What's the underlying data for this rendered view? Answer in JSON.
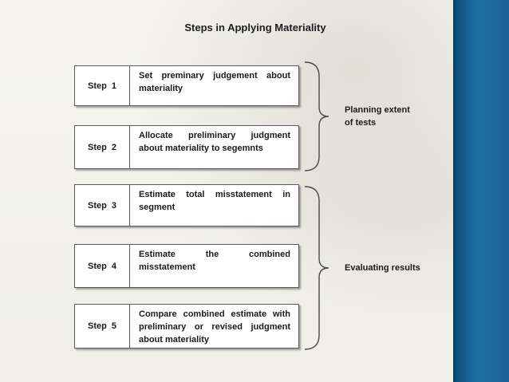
{
  "title": "Steps in Applying Materiality",
  "steps": [
    {
      "label": "Step  1",
      "text": "Set preminary judgement about materiality"
    },
    {
      "label": "Step  2",
      "text": "Allocate preliminary judgment about materiality to segemnts"
    },
    {
      "label": "Step  3",
      "text": "Estimate total misstatement in segment"
    },
    {
      "label": "Step  4",
      "text": "Estimate the combined misstatement"
    },
    {
      "label": "Step  5",
      "text": "Compare combined estimate with preliminary or revised judgment about materiality"
    }
  ],
  "groups": [
    {
      "label_line1": "Planning extent",
      "label_line2": "of tests"
    },
    {
      "label": "Evaluating results"
    }
  ],
  "colors": {
    "accent_bar": "#1e6fa4",
    "box_border": "#5a5a5a",
    "text": "#1a1a1a"
  }
}
